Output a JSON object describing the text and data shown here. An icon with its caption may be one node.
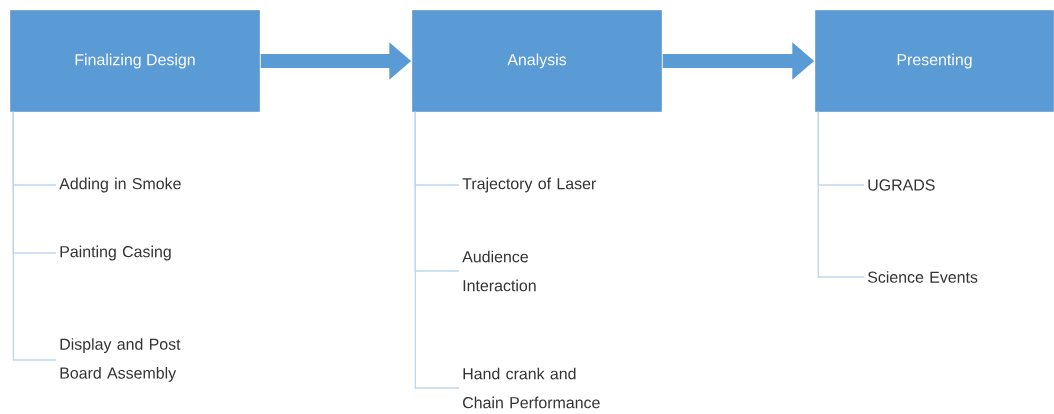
{
  "diagram": {
    "nodes": [
      {
        "text": [
          "Finalizing Design"
        ]
      },
      {
        "text": [
          "Adding in Smoke"
        ]
      },
      {
        "text": [
          "Painting Casing"
        ]
      },
      {
        "text": [
          "Display and Post Board Assembly"
        ]
      },
      {
        "text": [
          "Analysis"
        ]
      },
      {
        "text": [
          "Trajectory of Laser"
        ]
      },
      {
        "text": [
          "Audience Interaction"
        ]
      },
      {
        "text": [
          "Hand crank and Chain Performance"
        ]
      },
      {
        "text": [
          "Presenting"
        ]
      },
      {
        "text": [
          "UGRADS"
        ]
      },
      {
        "text": [
          "Science Events"
        ]
      }
    ],
    "edges": [
      {
        "from": 0,
        "to": 1,
        "arrow": "none"
      },
      {
        "from": 0,
        "to": 2,
        "arrow": "none"
      },
      {
        "from": 0,
        "to": 3,
        "arrow": "none"
      },
      {
        "from": 0,
        "to": 4,
        "arrow": "to",
        "style": "thick",
        "color": "#5b9bd5"
      },
      {
        "from": 4,
        "to": 5,
        "arrow": "none"
      },
      {
        "from": 4,
        "to": 6,
        "arrow": "none"
      },
      {
        "from": 4,
        "to": 7,
        "arrow": "none"
      },
      {
        "from": 4,
        "to": 8,
        "arrow": "to",
        "style": "thick",
        "color": "#5b9bd5"
      },
      {
        "from": 8,
        "to": 9,
        "arrow": "none"
      },
      {
        "from": 8,
        "to": 10,
        "arrow": "none"
      }
    ]
  }
}
